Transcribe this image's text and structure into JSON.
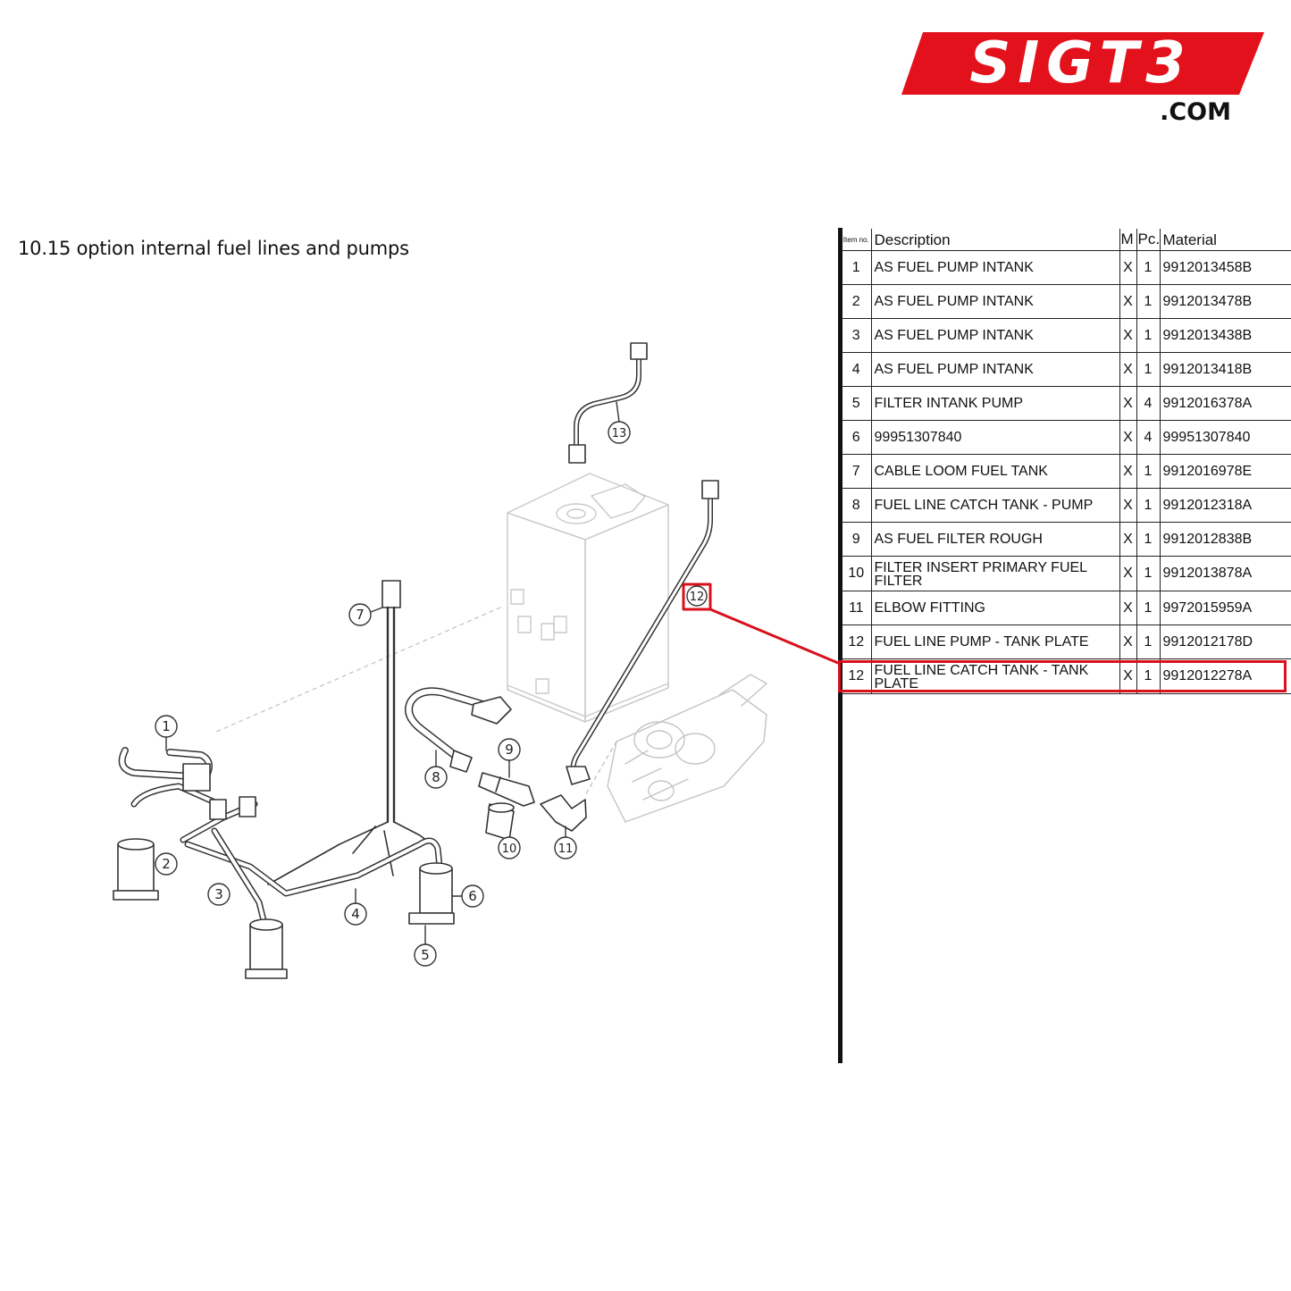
{
  "logo": {
    "text": "SIGT3",
    "domain": ".COM",
    "color": "#e3111c"
  },
  "page_title": "10.15  option internal fuel lines and pumps",
  "table": {
    "headers": {
      "item": "Item no.",
      "description": "Description",
      "m": "M",
      "pc": "Pc.",
      "material": "Material"
    },
    "rows": [
      {
        "item": "1",
        "description": "AS FUEL PUMP INTANK",
        "m": "X",
        "pc": "1",
        "material": "9912013458B"
      },
      {
        "item": "2",
        "description": "AS FUEL PUMP INTANK",
        "m": "X",
        "pc": "1",
        "material": "9912013478B"
      },
      {
        "item": "3",
        "description": "AS FUEL PUMP INTANK",
        "m": "X",
        "pc": "1",
        "material": "9912013438B"
      },
      {
        "item": "4",
        "description": "AS FUEL PUMP INTANK",
        "m": "X",
        "pc": "1",
        "material": "9912013418B"
      },
      {
        "item": "5",
        "description": "FILTER INTANK PUMP",
        "m": "X",
        "pc": "4",
        "material": "9912016378A"
      },
      {
        "item": "6",
        "description": "99951307840",
        "m": "X",
        "pc": "4",
        "material": "99951307840"
      },
      {
        "item": "7",
        "description": "CABLE LOOM FUEL TANK",
        "m": "X",
        "pc": "1",
        "material": "9912016978E"
      },
      {
        "item": "8",
        "description": "FUEL LINE CATCH TANK - PUMP",
        "m": "X",
        "pc": "1",
        "material": "9912012318A"
      },
      {
        "item": "9",
        "description": "AS FUEL FILTER ROUGH",
        "m": "X",
        "pc": "1",
        "material": "9912012838B"
      },
      {
        "item": "10",
        "description": "FILTER INSERT PRIMARY FUEL FILTER",
        "m": "X",
        "pc": "1",
        "material": "9912013878A"
      },
      {
        "item": "11",
        "description": "ELBOW FITTING",
        "m": "X",
        "pc": "1",
        "material": "9972015959A"
      },
      {
        "item": "12",
        "description": "FUEL LINE PUMP - TANK PLATE",
        "m": "X",
        "pc": "1",
        "material": "9912012178D"
      },
      {
        "item": "12",
        "description": "FUEL LINE CATCH TANK - TANK PLATE",
        "m": "X",
        "pc": "1",
        "material": "9912012278A"
      }
    ]
  },
  "diagram": {
    "callouts": [
      "1",
      "2",
      "3",
      "4",
      "5",
      "6",
      "7",
      "8",
      "9",
      "10",
      "11",
      "12",
      "13"
    ],
    "highlight_color": "#d8111d"
  }
}
